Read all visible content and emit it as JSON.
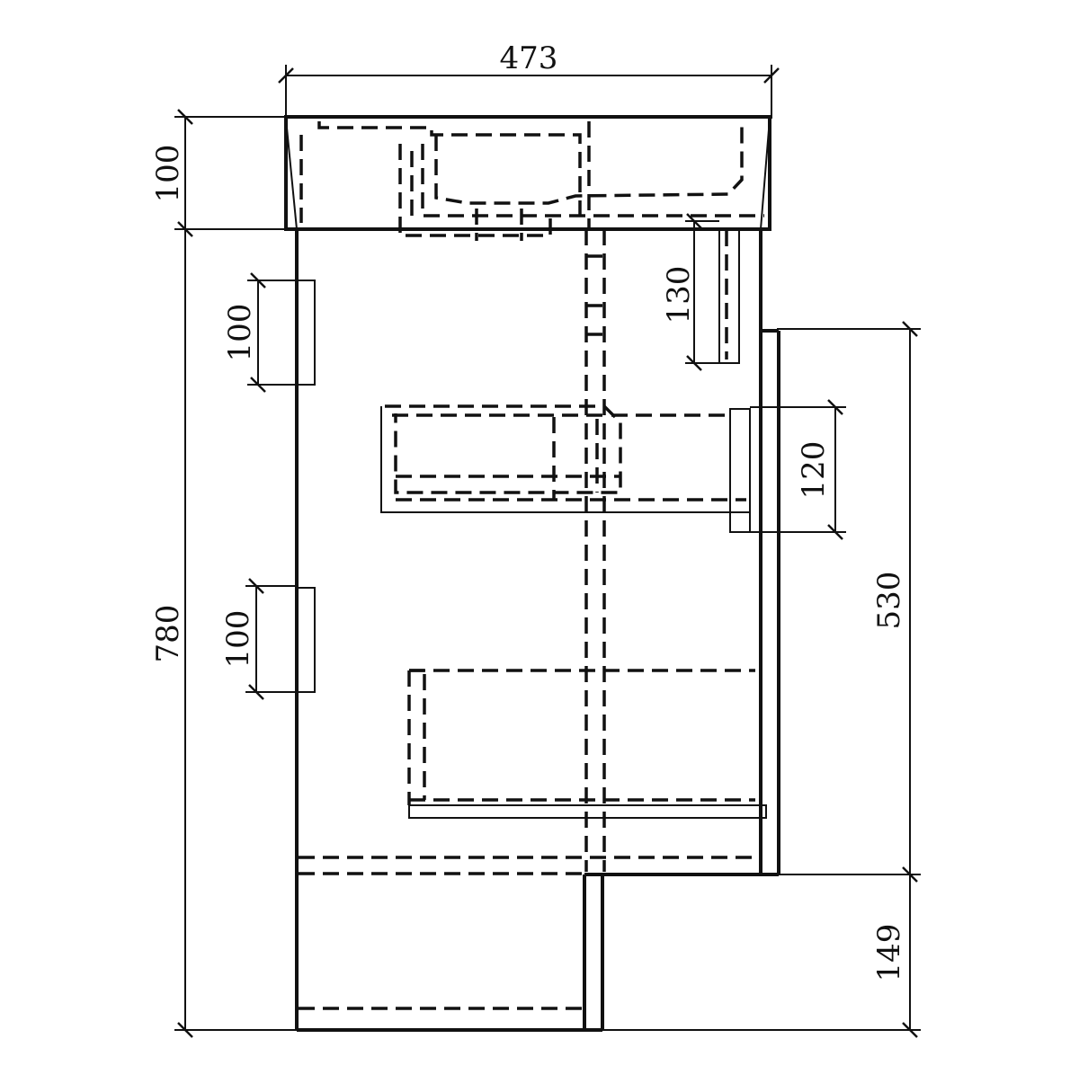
{
  "dimensions": {
    "total_width": "473",
    "basin_height": "100",
    "total_height": "780",
    "handle_upper_height": "100",
    "handle_lower_height": "100",
    "back_bracket_height": "130",
    "drawer_bracket_height": "120",
    "door_height": "530",
    "plinth_height": "149"
  }
}
